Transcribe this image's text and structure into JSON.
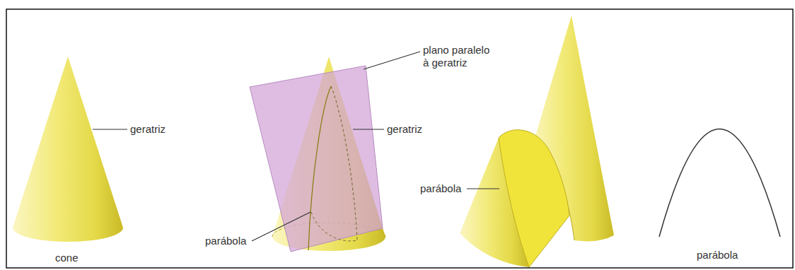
{
  "diagram": {
    "labels": [
      "geratriz",
      "cone",
      "plano paralelo à geratriz",
      "geratriz",
      "parábola",
      "parábola",
      "parábola"
    ]
  }
}
